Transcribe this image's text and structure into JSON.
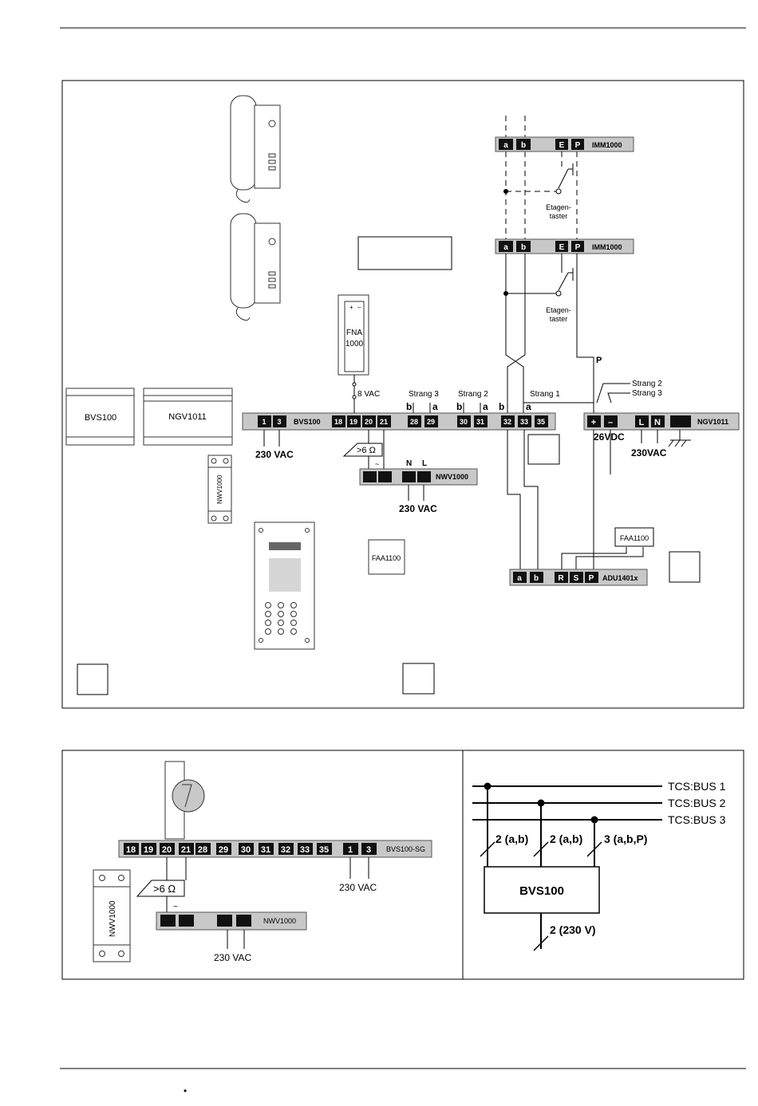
{
  "main": {
    "bvs100_device": "BVS100",
    "ngv1011_device": "NGV1011",
    "nwv1000_device": "NWV1000",
    "fna_l1": "FNA",
    "fna_l2": "1000",
    "fna_plus": "+",
    "fna_minus": "–",
    "faa_device": "FAA1100",
    "imm_a": "a",
    "imm_b": "b",
    "imm_e": "E",
    "imm_p": "P",
    "imm_label": "IMM1000",
    "etagen_1": "Etagen-",
    "etagen_2": "taster",
    "p_label": "P",
    "bvs_t1": "1",
    "bvs_t3": "3",
    "bvs_label": "BVS100",
    "bvs_t18": "18",
    "bvs_t19": "19",
    "bvs_t20": "20",
    "bvs_t21": "21",
    "bvs_t28": "28",
    "bvs_t29": "29",
    "bvs_t30": "30",
    "bvs_t31": "31",
    "bvs_t32": "32",
    "bvs_t33": "33",
    "bvs_t35": "35",
    "vac_230": "230 VAC",
    "vac_8": "8 VAC",
    "strang3": "Strang 3",
    "strang2": "Strang 2",
    "strang1": "Strang 1",
    "sb": "b",
    "sa": "a",
    "ngv_plus": "+",
    "ngv_minus": "–",
    "ngv_L": "L",
    "ngv_N": "N",
    "ngv_label": "NGV1011",
    "vdc_26": "26VDC",
    "vac_230_ngv": "230VAC",
    "strang2_ngv": "Strang 2",
    "strang3_ngv": "Strang 3",
    "ohm": ">6 Ω",
    "tilde": "~",
    "nwv_N": "N",
    "nwv_L": "L",
    "nwv_label": "NWV1000",
    "adu_a": "a",
    "adu_b": "b",
    "adu_R": "R",
    "adu_S": "S",
    "adu_P": "P",
    "adu_label": "ADU1401x",
    "faa_small": "FAA1100"
  },
  "lower_left": {
    "t18": "18",
    "t19": "19",
    "t20": "20",
    "t21": "21",
    "t28": "28",
    "t29": "29",
    "t30": "30",
    "t31": "31",
    "t32": "32",
    "t33": "33",
    "t35": "35",
    "t1": "1",
    "t3": "3",
    "bvs_sg": "BVS100-SG",
    "vac_a": "230 VAC",
    "vac_b": "230 VAC",
    "ohm": ">6 Ω",
    "tilde": "~",
    "nwv_label": "NWV1000",
    "nwv_device": "NWV1000"
  },
  "lower_right": {
    "bus1": "TCS:BUS 1",
    "bus2": "TCS:BUS 2",
    "bus3": "TCS:BUS 3",
    "w1": "2 (a,b)",
    "w2": "2 (a,b)",
    "w3": "3 (a,b,P)",
    "box": "BVS100",
    "power": "2 (230 V)"
  },
  "footer": {
    "bullet": "•"
  }
}
